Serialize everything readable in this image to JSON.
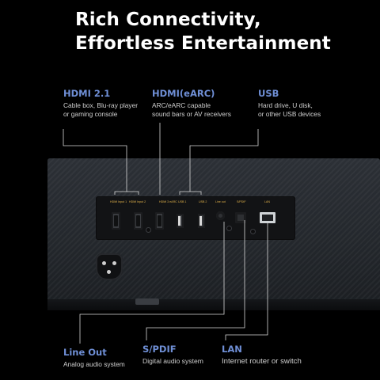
{
  "headline": {
    "line1": "Rich Connectivity,",
    "line2": "Effortless Entertainment"
  },
  "callouts": {
    "hdmi21": {
      "title": "HDMI 2.1",
      "desc_line1": "Cable box, Blu-ray player",
      "desc_line2": "or gaming console"
    },
    "hdmiearc": {
      "title": "HDMI(eARC)",
      "desc_line1": "ARC/eARC capable",
      "desc_line2": "sound bars or AV receivers"
    },
    "usb": {
      "title": "USB",
      "desc_line1": "Hard drive, U disk,",
      "desc_line2": "or other USB devices"
    },
    "lineout": {
      "title": "Line Out",
      "desc_line1": "Analog audio system"
    },
    "spdif": {
      "title": "S/PDIF",
      "desc_line1": "Digital audio system"
    },
    "lan": {
      "title": "LAN",
      "desc_line1": "Internet router or switch"
    }
  },
  "port_labels": {
    "hdmi1": "HDMI Input 1",
    "hdmi2": "HDMI Input 2",
    "hdmi3": "HDMI 3 eARC",
    "usb1": "USB 1",
    "usb2": "USB 2",
    "lineout": "Line out",
    "spdif": "S/PDIF",
    "lan": "LAN"
  },
  "colors": {
    "background": "#000000",
    "callout_title": "#6f8fd6",
    "port_label": "#e2b24a",
    "leader_line": "#d8d8d8"
  }
}
